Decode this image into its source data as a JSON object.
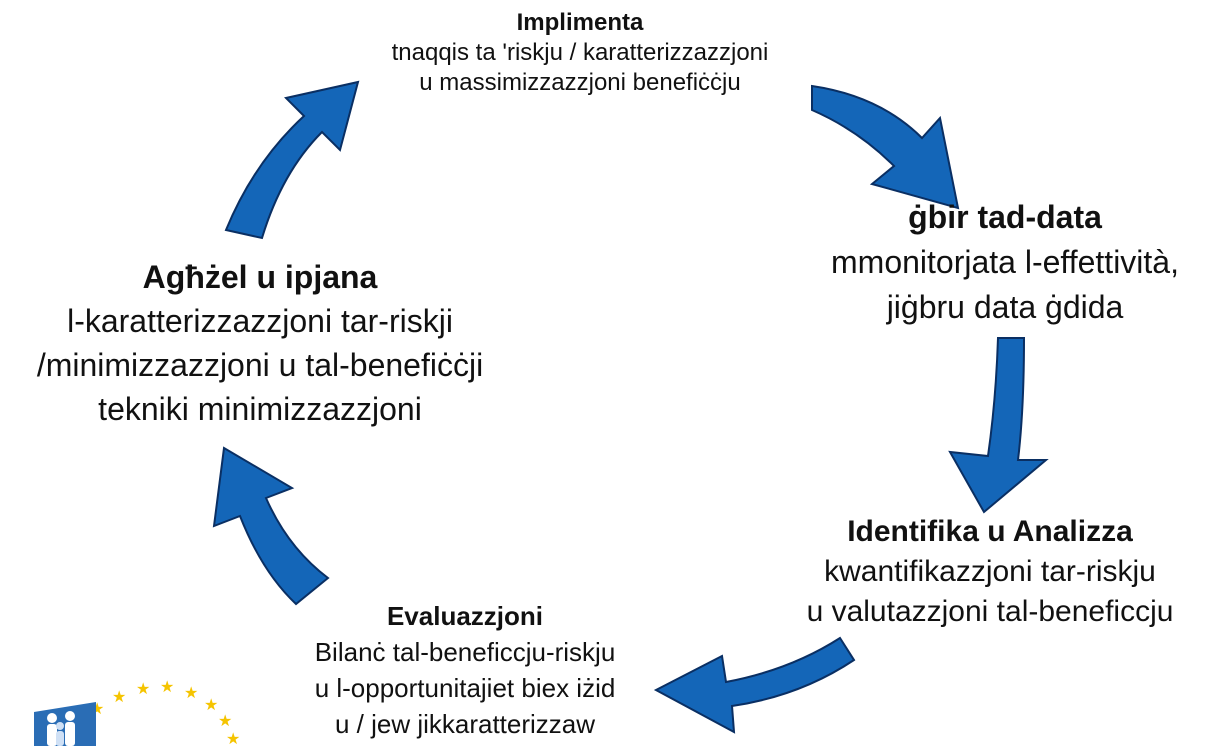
{
  "colors": {
    "arrow_fill": "#1466b8",
    "arrow_stroke": "#0a2f63",
    "text": "#111111",
    "star": "#f5c400",
    "logo_blue": "#2a6db5"
  },
  "diagram": {
    "implement": {
      "title": "Implimenta",
      "lines": [
        "tnaqqis ta 'riskju / karatterizzazzjoni",
        "u massimizzazzjoni benefiċċju"
      ]
    },
    "collect": {
      "title": "ġbir tad-data",
      "lines": [
        "mmonitorjata l-effettività,",
        "jiġbru data ġdida"
      ]
    },
    "identify": {
      "title": "Identifika u Analizza",
      "lines": [
        "kwantifikazzjoni tar-riskju",
        "u valutazzjoni tal-beneficcju"
      ]
    },
    "evaluate": {
      "title": "Evaluazzjoni",
      "lines": [
        "Bilanċ tal-beneficcju-riskju",
        "u l-opportunitajiet biex iżid",
        "u / jew jikkaratterizzaw"
      ]
    },
    "act": {
      "title": "Agħżel u ipjana",
      "lines": [
        "l-karatterizzazzjoni tar-riskji",
        "/minimizzazzjoni u tal-benefiċċji",
        "tekniki minimizzazzjoni"
      ]
    }
  },
  "logo": {
    "icon": "ema-logo-people-icon",
    "stars": "eu-stars-arc"
  }
}
